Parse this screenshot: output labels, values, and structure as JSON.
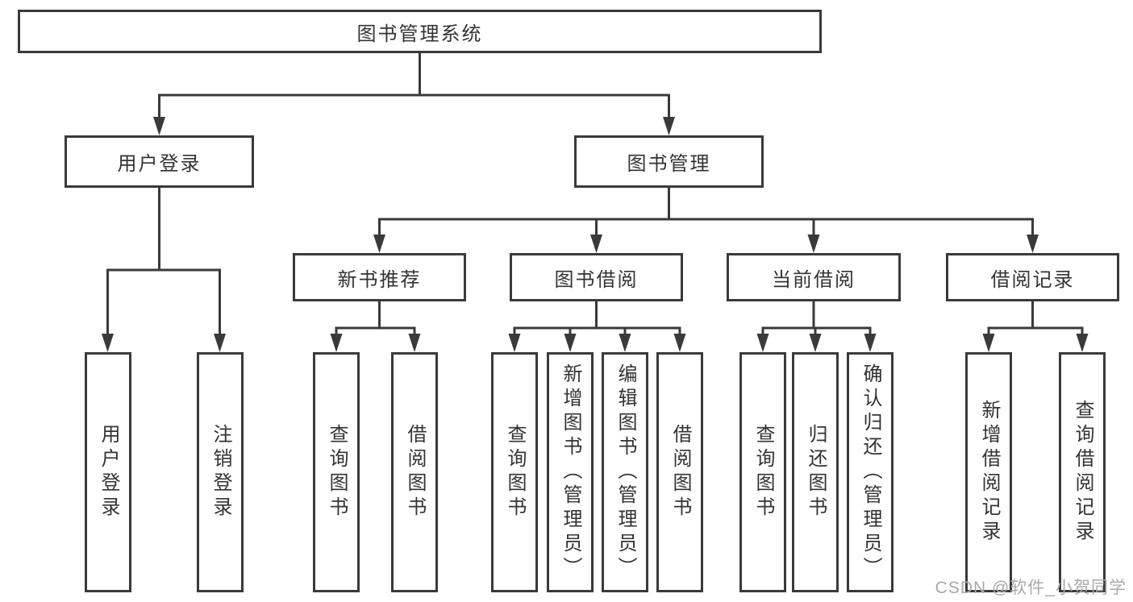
{
  "colors": {
    "background": "#ffffff",
    "line": "#3a3a3a",
    "box_border": "#3a3a3a",
    "text": "#333333",
    "watermark": "#aaaaaa"
  },
  "tree": {
    "root": {
      "label": "图书管理系统"
    },
    "branches": [
      {
        "label": "用户登录",
        "children": [
          {
            "label": "用户登录"
          },
          {
            "label": "注销登录"
          }
        ]
      },
      {
        "label": "图书管理",
        "children": [
          {
            "label": "新书推荐",
            "children": [
              {
                "label": "查询图书"
              },
              {
                "label": "借阅图书"
              }
            ]
          },
          {
            "label": "图书借阅",
            "children": [
              {
                "label": "查询图书"
              },
              {
                "label": "新增图书（管理员）"
              },
              {
                "label": "编辑图书（管理员）"
              },
              {
                "label": "借阅图书"
              }
            ]
          },
          {
            "label": "当前借阅",
            "children": [
              {
                "label": "查询图书"
              },
              {
                "label": "归还图书"
              },
              {
                "label": "确认归还（管理员）"
              }
            ]
          },
          {
            "label": "借阅记录",
            "children": [
              {
                "label": "新增借阅记录"
              },
              {
                "label": "查询借阅记录"
              }
            ]
          }
        ]
      }
    ]
  },
  "watermark": {
    "text": "CSDN @软件_小贺同学"
  }
}
